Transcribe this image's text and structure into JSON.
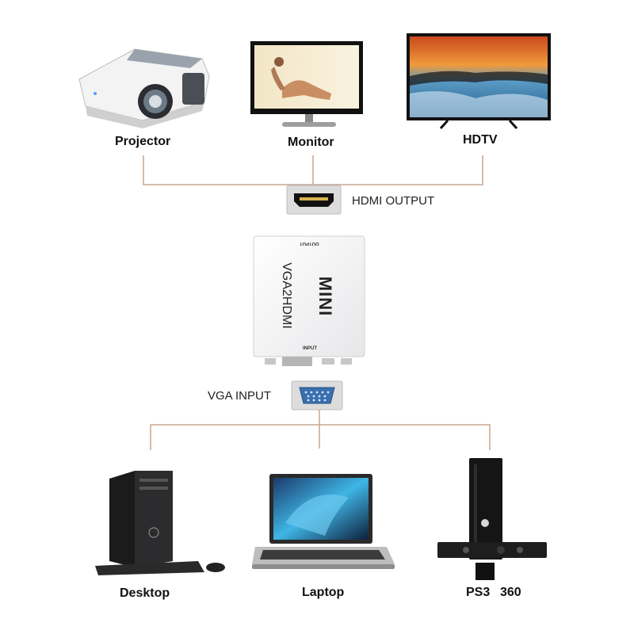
{
  "outputs": [
    {
      "label": "Projector",
      "icon": "projector-icon"
    },
    {
      "label": "Monitor",
      "icon": "monitor-icon"
    },
    {
      "label": "HDTV",
      "icon": "hdtv-icon"
    }
  ],
  "hdmi_output": {
    "label": "HDMI OUTPUT",
    "icon": "hdmi-port-icon"
  },
  "converter": {
    "brand": "MINI",
    "model": "VGA2HDMI",
    "top_port_label": "OUTPUT",
    "bottom_port_label": "INPUT",
    "icon": "vga-to-hdmi-converter-icon"
  },
  "vga_input": {
    "label": "VGA INPUT",
    "icon": "vga-port-icon"
  },
  "inputs": [
    {
      "label": "Desktop",
      "icon": "desktop-pc-icon"
    },
    {
      "label": "Laptop",
      "icon": "laptop-icon"
    },
    {
      "label_a": "PS3",
      "label_b": "360",
      "icon": "game-console-icon"
    }
  ],
  "colors": {
    "connector_line": "#c9a58f",
    "port_bg": "#dcdcdc",
    "vga_port": "#3a6fb0",
    "hdmi_port": "#111111"
  }
}
